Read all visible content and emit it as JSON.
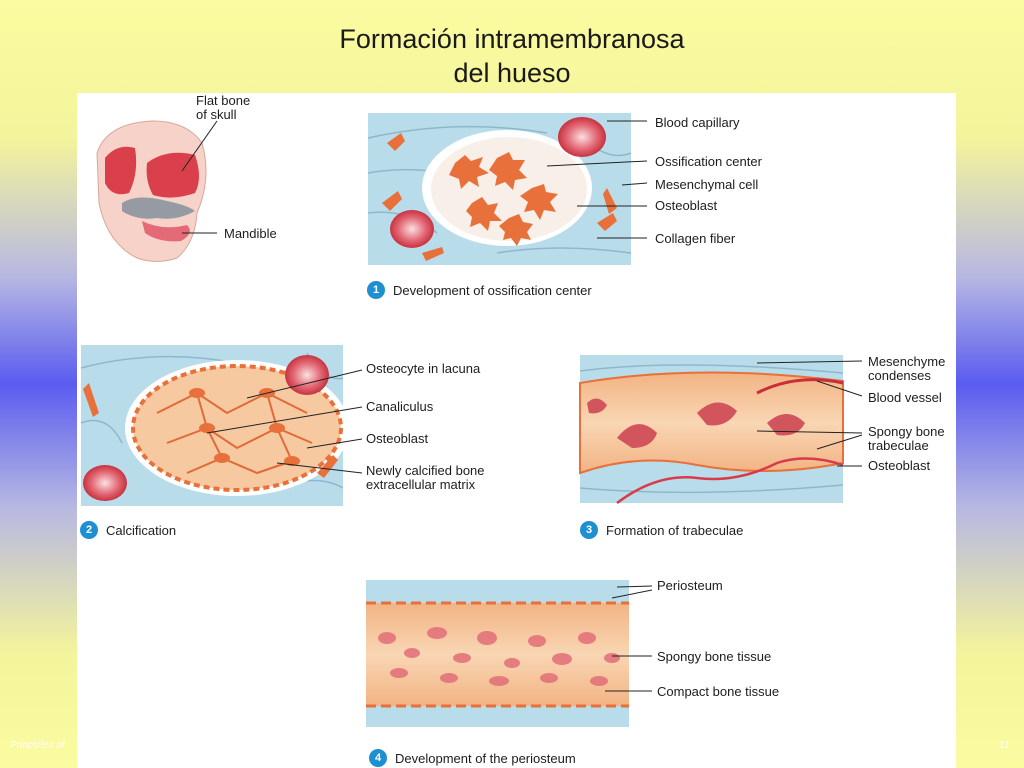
{
  "slide": {
    "title_line1": "Formación intramembranosa",
    "title_line2": "del hueso",
    "footer_left": "Principles of",
    "footer_right": "11"
  },
  "skull_labels": {
    "flat_bone": "Flat bone",
    "of_skull": "of skull",
    "mandible": "Mandible"
  },
  "panel1": {
    "badge": "1",
    "caption": "Development of ossification center",
    "labels": [
      "Blood capillary",
      "Ossification center",
      "Mesenchymal cell",
      "Osteoblast",
      "Collagen fiber"
    ]
  },
  "panel2": {
    "badge": "2",
    "caption": "Calcification",
    "labels": [
      "Osteocyte in lacuna",
      "Canaliculus",
      "Osteoblast",
      "Newly calcified bone",
      "extracellular matrix"
    ]
  },
  "panel3": {
    "badge": "3",
    "caption": "Formation of trabeculae",
    "labels": [
      "Mesenchyme",
      "condenses",
      "Blood vessel",
      "Spongy bone",
      "trabeculae",
      "Osteoblast"
    ]
  },
  "panel4": {
    "badge": "4",
    "caption": "Development of the periosteum",
    "labels": [
      "Periosteum",
      "Spongy bone tissue",
      "Compact bone tissue"
    ]
  },
  "colors": {
    "tissue_blue": "#b9dcea",
    "bone_orange": "#f6c9a0",
    "cell_orange": "#e8703a",
    "blood_red": "#d83c4a",
    "badge_blue": "#1e8fd0"
  }
}
